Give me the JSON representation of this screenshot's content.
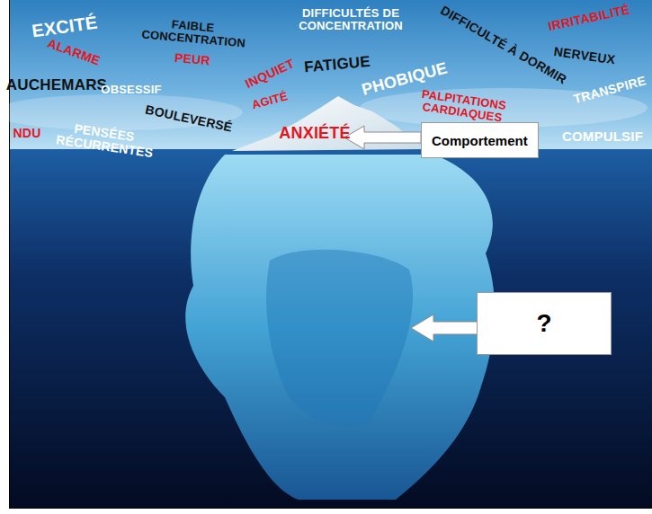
{
  "diagram": {
    "nodes": [
      {
        "text": [
          "Comportement"
        ]
      },
      {
        "text": [
          "?"
        ]
      }
    ],
    "labels": [
      "EXCITÉ",
      "ALARME",
      "FAIBLE CONCENTRATION",
      "PEUR",
      "DIFFICULTÉS DE CONCENTRATION",
      "DIFFICULTÉ À DORMIR",
      "IRRITABILITÉ",
      "NERVEUX",
      "TRANSPIRE",
      "INQUIET",
      "FATIGUE",
      "PHOBIQUE",
      "PALPITATIONS CARDIAQUES",
      "AUCHEMARS",
      "OBSESSIF",
      "AGITÉ",
      "BOULEVERSÉ",
      "PENSÉES RÉCURRENTES",
      "NDU",
      "ANXIÉTÉ",
      "COMPULSIF"
    ]
  }
}
